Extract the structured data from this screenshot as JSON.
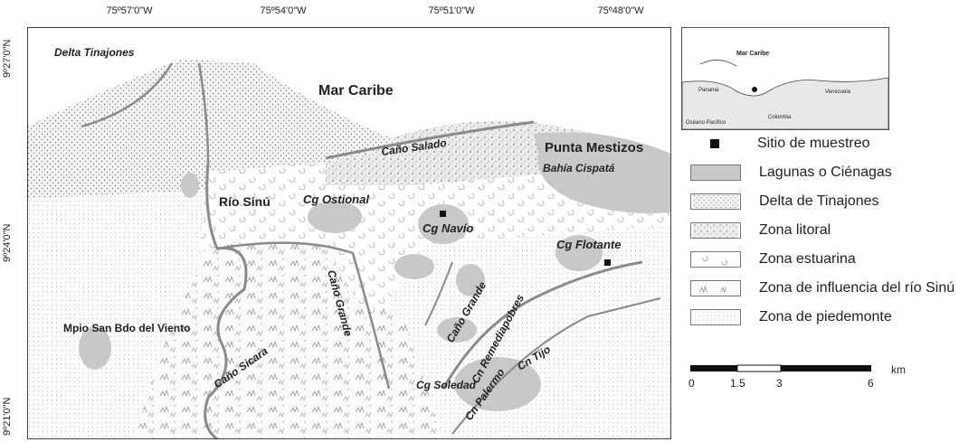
{
  "coords": {
    "top": [
      "75º57'0\"W",
      "75º54'0\"W",
      "75º51'0\"W",
      "75º48'0\"W"
    ],
    "left": [
      "9º27'0\"N",
      "9º24'0\"N",
      "9º21'0\"N"
    ]
  },
  "map_labels": {
    "delta_tinajones": "Delta Tinajones",
    "mar_caribe": "Mar Caribe",
    "punta_mestizos": "Punta Mestizos",
    "cano_salado": "Caño Salado",
    "bahia_cispata": "Bahía Cispatá",
    "rio_sinu": "Río Sinú",
    "cg_ostional": "Cg Ostional",
    "cg_navio": "Cg Navío",
    "cg_flotante": "Cg Flotante",
    "cano_grande_1": "Caño Grande",
    "cano_grande_2": "Caño Grande",
    "cn_remediapobres": "Cn Remediapobres",
    "cn_tijo": "Cn Tijo",
    "cn_palermo": "Cn Palermo",
    "cg_soledad": "Cg Soledad",
    "mpio": "Mpio San Bdo del Viento",
    "cano_sicara": "Caño Sicara"
  },
  "inset": {
    "mar_caribe": "Mar Caribe",
    "panama": "Panamá",
    "venezuela": "Venezuela",
    "oceano_pacifico": "Océano Pacífico",
    "colombia": "Colombia"
  },
  "legend": [
    {
      "label": "Sitio de muestreo",
      "icon": "black-square"
    },
    {
      "label": "Lagunas o Ciénagas",
      "color": "#c8c8c8"
    },
    {
      "label": "Delta de Tinajones",
      "pattern": "dots"
    },
    {
      "label": "Zona litoral",
      "pattern": "sand"
    },
    {
      "label": "Zona estuarina",
      "pattern": "crescents"
    },
    {
      "label": "Zona de influencia del río Sinú",
      "pattern": "grass"
    },
    {
      "label": "Zona de piedemonte",
      "pattern": "fine-dots"
    }
  ],
  "scale": {
    "unit": "km",
    "ticks": [
      "0",
      "1.5",
      "3",
      "6"
    ]
  },
  "colors": {
    "water": "#c8c8c8",
    "river": "#8a8a8a",
    "frame": "#444444"
  }
}
